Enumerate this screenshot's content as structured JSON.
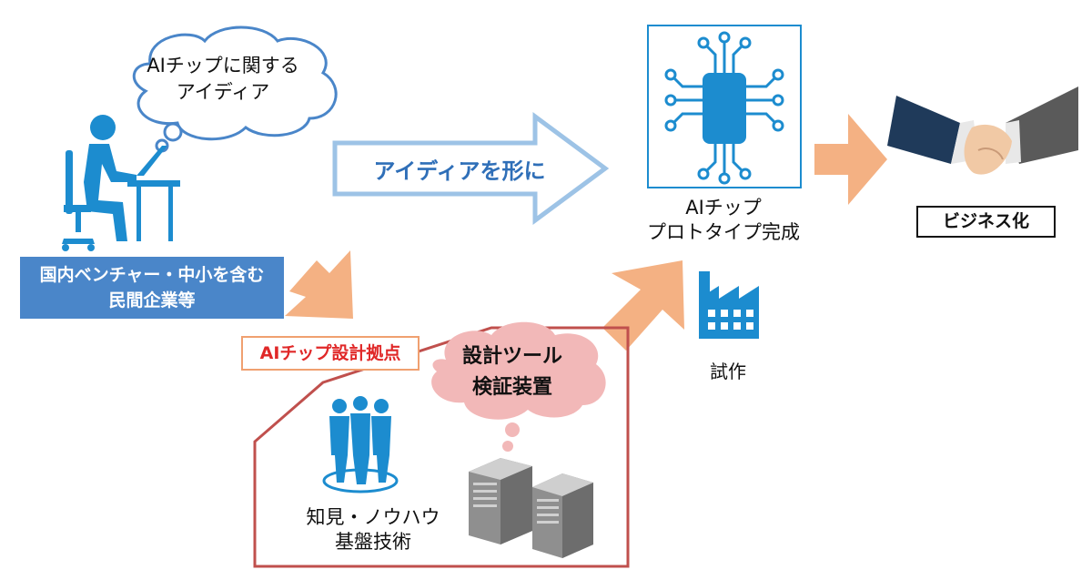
{
  "thought_bubble": {
    "line1": "AIチップに関する",
    "line2": "アイディア"
  },
  "org_box": {
    "line1": "国内ベンチャー・中小を含む",
    "line2": "民間企業等"
  },
  "idea_arrow": {
    "label": "アイディアを形に"
  },
  "chip": {
    "line1": "AIチップ",
    "line2": "プロトタイプ完成"
  },
  "business": {
    "label": "ビジネス化"
  },
  "base": {
    "label": "AIチップ設計拠点"
  },
  "tools_cloud": {
    "line1": "設計ツール",
    "line2": "検証装置"
  },
  "factory": {
    "label": "試作"
  },
  "knowhow": {
    "line1": "知見・ノウハウ",
    "line2": "基盤技術"
  },
  "colors": {
    "blue_icon": "#1c8ccf",
    "org_box": "#4a86c9",
    "arrow_orange": "#f4b183",
    "idea_arrow_border": "#9dc3e6",
    "base_border": "#c0504d",
    "cloud_pink": "#f2b8b8"
  }
}
